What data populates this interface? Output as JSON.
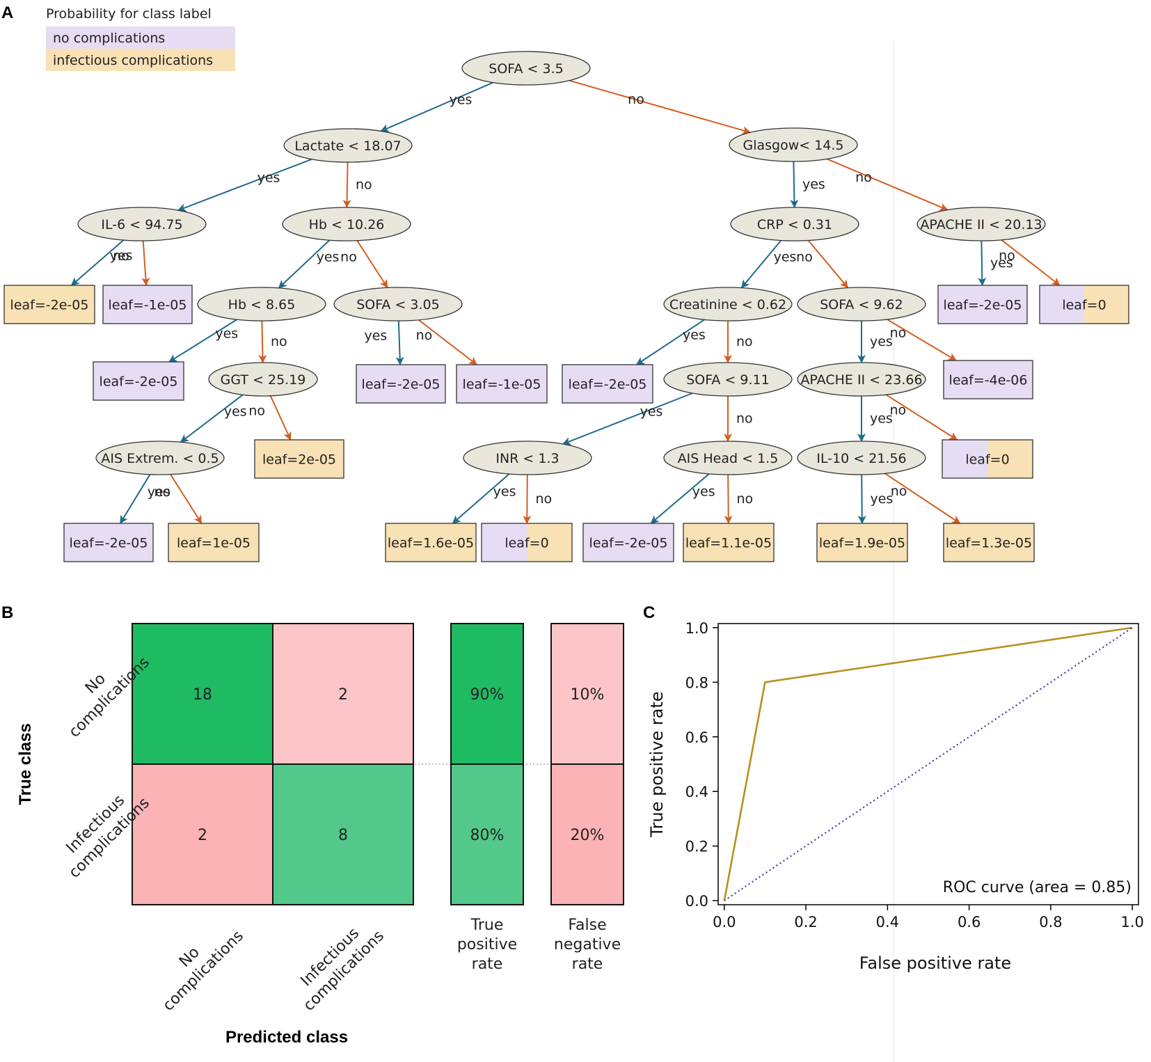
{
  "panel_labels": {
    "a": "A",
    "b": "B",
    "c": "C"
  },
  "legend": {
    "title": "Probability for class label",
    "items": [
      {
        "label": "no complications",
        "color": "#e6dcf4"
      },
      {
        "label": "infectious complications",
        "color": "#f8e1b4"
      }
    ]
  },
  "colors": {
    "node_fill": "#e9e7dc",
    "yes_edge": "#1f6b8a",
    "no_edge": "#d35e21",
    "no_complications": "#e6dcf4",
    "infectious_complications": "#f8e1b4",
    "cm_high_green": "#1fbb62",
    "cm_mid_green": "#52c98a",
    "cm_light_red": "#fcc6c8",
    "cm_mid_red": "#fbb3b6",
    "roc_curve": "#b8901e",
    "roc_chance": "#3c3c9c"
  },
  "tree": {
    "nodes": [
      {
        "id": "n1",
        "label": "SOFA < 3.5"
      },
      {
        "id": "n2",
        "label": "Lactate < 18.07"
      },
      {
        "id": "n3",
        "label": "Glasgow< 14.5"
      },
      {
        "id": "n4",
        "label": "IL-6 < 94.75"
      },
      {
        "id": "n5",
        "label": "Hb < 10.26"
      },
      {
        "id": "n6",
        "label": "Hb < 8.65"
      },
      {
        "id": "n7",
        "label": "SOFA < 3.05"
      },
      {
        "id": "n8",
        "label": "GGT < 25.19"
      },
      {
        "id": "n9",
        "label": "AIS Extrem. < 0.5"
      },
      {
        "id": "n10",
        "label": "CRP < 0.31"
      },
      {
        "id": "n11",
        "label": "APACHE II < 20.13"
      },
      {
        "id": "n12",
        "label": "Creatinine < 0.62"
      },
      {
        "id": "n13",
        "label": "SOFA < 9.62"
      },
      {
        "id": "n14",
        "label": "SOFA < 9.11"
      },
      {
        "id": "n15",
        "label": "APACHE II < 23.66"
      },
      {
        "id": "n16",
        "label": "INR < 1.3"
      },
      {
        "id": "n17",
        "label": "AIS Head < 1.5"
      },
      {
        "id": "n18",
        "label": "IL-10 < 21.56"
      }
    ],
    "leaves": [
      {
        "id": "l1",
        "label": "leaf=-2e-05",
        "class": "infectious"
      },
      {
        "id": "l2",
        "label": "leaf=-1e-05",
        "class": "none"
      },
      {
        "id": "l3",
        "label": "leaf=-2e-05",
        "class": "none"
      },
      {
        "id": "l4",
        "label": "leaf=-2e-05",
        "class": "none"
      },
      {
        "id": "l5",
        "label": "leaf=-1e-05",
        "class": "none"
      },
      {
        "id": "l6",
        "label": "leaf=2e-05",
        "class": "infectious"
      },
      {
        "id": "l7",
        "label": "leaf=-2e-05",
        "class": "none"
      },
      {
        "id": "l8",
        "label": "leaf=1e-05",
        "class": "infectious"
      },
      {
        "id": "l9",
        "label": "leaf=-2e-05",
        "class": "none"
      },
      {
        "id": "l10",
        "label": "leaf=0",
        "class": "split"
      },
      {
        "id": "l11",
        "label": "leaf=-2e-05",
        "class": "none"
      },
      {
        "id": "l12",
        "label": "leaf=-4e-06",
        "class": "none"
      },
      {
        "id": "l13",
        "label": "leaf=0",
        "class": "split"
      },
      {
        "id": "l14",
        "label": "leaf=1.6e-05",
        "class": "infectious"
      },
      {
        "id": "l15",
        "label": "leaf=0",
        "class": "split"
      },
      {
        "id": "l16",
        "label": "leaf=-2e-05",
        "class": "none"
      },
      {
        "id": "l17",
        "label": "leaf=1.1e-05",
        "class": "infectious"
      },
      {
        "id": "l18",
        "label": "leaf=1.9e-05",
        "class": "infectious"
      },
      {
        "id": "l19",
        "label": "leaf=1.3e-05",
        "class": "infectious"
      }
    ],
    "edge_labels": {
      "yes": "yes",
      "no": "no"
    },
    "edges": [
      {
        "from": "n1",
        "to": "n2",
        "type": "yes"
      },
      {
        "from": "n1",
        "to": "n3",
        "type": "no"
      },
      {
        "from": "n2",
        "to": "n4",
        "type": "yes"
      },
      {
        "from": "n2",
        "to": "n5",
        "type": "no"
      },
      {
        "from": "n3",
        "to": "n10",
        "type": "yes"
      },
      {
        "from": "n3",
        "to": "n11",
        "type": "no"
      },
      {
        "from": "n4",
        "to": "l1",
        "type": "yes"
      },
      {
        "from": "n4",
        "to": "l2",
        "type": "no"
      },
      {
        "from": "n5",
        "to": "n6",
        "type": "yes"
      },
      {
        "from": "n5",
        "to": "n7",
        "type": "no"
      },
      {
        "from": "n6",
        "to": "l3",
        "type": "yes"
      },
      {
        "from": "n6",
        "to": "n8",
        "type": "no"
      },
      {
        "from": "n7",
        "to": "l4",
        "type": "yes"
      },
      {
        "from": "n7",
        "to": "l5",
        "type": "no"
      },
      {
        "from": "n8",
        "to": "n9",
        "type": "yes"
      },
      {
        "from": "n8",
        "to": "l6",
        "type": "no"
      },
      {
        "from": "n9",
        "to": "l7",
        "type": "yes"
      },
      {
        "from": "n9",
        "to": "l8",
        "type": "no"
      },
      {
        "from": "n10",
        "to": "n12",
        "type": "yes"
      },
      {
        "from": "n10",
        "to": "n13",
        "type": "no"
      },
      {
        "from": "n11",
        "to": "l9",
        "type": "yes"
      },
      {
        "from": "n11",
        "to": "l10",
        "type": "no"
      },
      {
        "from": "n12",
        "to": "l11",
        "type": "yes"
      },
      {
        "from": "n12",
        "to": "n14",
        "type": "no"
      },
      {
        "from": "n13",
        "to": "n15",
        "type": "yes"
      },
      {
        "from": "n13",
        "to": "l12",
        "type": "no"
      },
      {
        "from": "n14",
        "to": "n16",
        "type": "yes"
      },
      {
        "from": "n14",
        "to": "n17",
        "type": "no"
      },
      {
        "from": "n15",
        "to": "n18",
        "type": "yes"
      },
      {
        "from": "n15",
        "to": "l13",
        "type": "no"
      },
      {
        "from": "n16",
        "to": "l14",
        "type": "yes"
      },
      {
        "from": "n16",
        "to": "l15",
        "type": "no"
      },
      {
        "from": "n17",
        "to": "l16",
        "type": "yes"
      },
      {
        "from": "n17",
        "to": "l17",
        "type": "no"
      },
      {
        "from": "n18",
        "to": "l18",
        "type": "yes"
      },
      {
        "from": "n18",
        "to": "l19",
        "type": "no"
      }
    ]
  },
  "chart_data": [
    {
      "type": "heatmap",
      "ylabel": "True class",
      "xlabel": "Predicted class",
      "row_labels": [
        [
          "No",
          "complications"
        ],
        [
          "Infectious",
          "complications"
        ]
      ],
      "col_labels": [
        [
          "No",
          "complications"
        ],
        [
          "Infectious",
          "complications"
        ]
      ],
      "matrix": [
        [
          18,
          2
        ],
        [
          2,
          8
        ]
      ],
      "rates": [
        {
          "name": [
            "True",
            "positive",
            "rate"
          ],
          "values": [
            "90%",
            "80%"
          ]
        },
        {
          "name": [
            "False",
            "negative",
            "rate"
          ],
          "values": [
            "10%",
            "20%"
          ]
        }
      ]
    },
    {
      "type": "line",
      "xlabel": "False positive rate",
      "ylabel": "True positive rate",
      "xlim": [
        0,
        1
      ],
      "ylim": [
        0,
        1
      ],
      "xticks": [
        "0.0",
        "0.2",
        "0.4",
        "0.6",
        "0.8",
        "1.0"
      ],
      "yticks": [
        "0.0",
        "0.2",
        "0.4",
        "0.6",
        "0.8",
        "1.0"
      ],
      "series": [
        {
          "name": "ROC curve (area = 0.85)",
          "x": [
            0.0,
            0.1,
            1.0
          ],
          "y": [
            0.0,
            0.8,
            1.0
          ],
          "style": "solid"
        },
        {
          "x": [
            0.0,
            1.0
          ],
          "y": [
            0.0,
            1.0
          ],
          "style": "dotted"
        }
      ],
      "legend_position": "bottom-right"
    }
  ]
}
